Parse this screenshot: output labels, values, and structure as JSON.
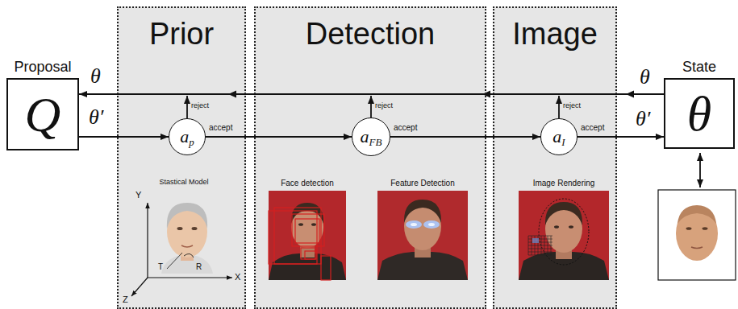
{
  "diagram": {
    "nodes": [
      {
        "text": [
          "Proposal",
          "Q"
        ]
      },
      {
        "text": [
          "Prior"
        ]
      },
      {
        "text": [
          "a",
          "p"
        ],
        "in": 1
      },
      {
        "text": [
          "Detection"
        ]
      },
      {
        "text": [
          "a",
          "FB"
        ],
        "in": 3
      },
      {
        "text": [
          "Image"
        ]
      },
      {
        "text": [
          "a",
          "I"
        ],
        "in": 5
      },
      {
        "text": [
          "State",
          "θ"
        ]
      }
    ],
    "edges": [
      {
        "from": 0,
        "to": 2,
        "arrow": "to",
        "label": "θ′"
      },
      {
        "from": 2,
        "to": 4,
        "arrow": "to",
        "label": "accept"
      },
      {
        "from": 4,
        "to": 6,
        "arrow": "to",
        "label": "accept"
      },
      {
        "from": 6,
        "to": 7,
        "arrow": "to",
        "label": "accept"
      },
      {
        "from": 7,
        "to": 0,
        "arrow": "to",
        "label": "θ"
      }
    ],
    "labels": [
      "θ",
      "θ′",
      "reject",
      "reject",
      "reject",
      "Stastical Model",
      "Face detection",
      "Feature Detection",
      "Image Rendering",
      "Y",
      "X",
      "Z",
      "T",
      "R"
    ]
  }
}
